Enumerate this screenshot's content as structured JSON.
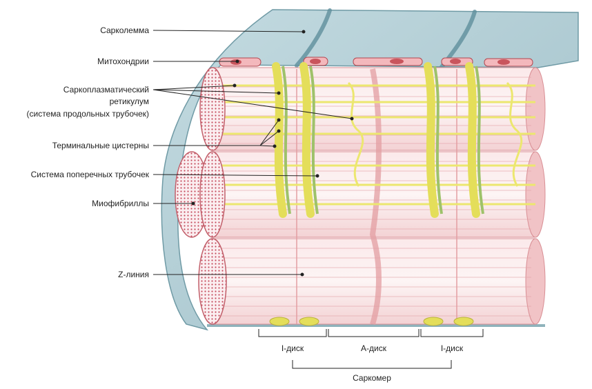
{
  "labels": {
    "sarcolemma": "Сарколемма",
    "mitochondria": "Митохондрии",
    "sr_line1": "Саркоплазматический",
    "sr_line2": "ретикулум",
    "sr_line3": "(система продольных трубочек)",
    "terminal_cisterns": "Терминальные цистерны",
    "t_tubules": "Система поперечных трубочек",
    "myofibrils": "Миофибриллы",
    "z_line": "Z-линия",
    "i_disc_left": "I-диск",
    "a_disc": "А-диск",
    "i_disc_right": "I-диск",
    "sarcomere": "Саркомер"
  },
  "colors": {
    "sarcolemma": "#a9c7cf",
    "sarcolemma_dark": "#5f8f9c",
    "myofibril": "#f6dede",
    "myofibril_stripe": "#e7a7ab",
    "z_band": "#e6a0a4",
    "reticulum": "#e9e36a",
    "t_tubule": "#9ec26a",
    "mitochondria": "#c9555d"
  }
}
